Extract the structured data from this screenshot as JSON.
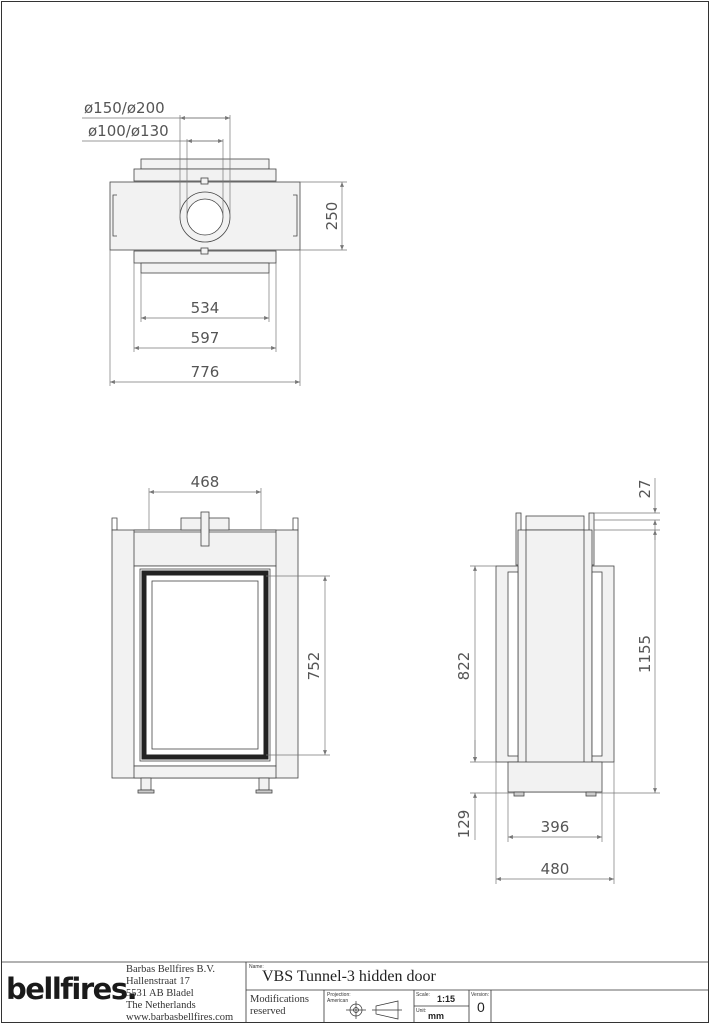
{
  "dimensions": {
    "top_view": {
      "dia_outer": "ø150/ø200",
      "dia_inner": "ø100/ø130",
      "depth": "250",
      "width_inner": "534",
      "width_mid": "597",
      "width_outer": "776"
    },
    "front_view": {
      "glass_width": "468",
      "glass_height": "752"
    },
    "side_view": {
      "top_offset": "27",
      "total_height": "1155",
      "side_height": "822",
      "base_height": "129",
      "inner_depth": "396",
      "outer_depth": "480"
    }
  },
  "title_block": {
    "logo": "bellfires.",
    "company": {
      "name": "Barbas Bellfires B.V.",
      "street": "Hallenstraat 17",
      "postcode": "5531 AB Bladel",
      "country": "The Netherlands",
      "website": "www.barbasbellfires.com"
    },
    "name_label": "Name:",
    "product_name": "VBS Tunnel-3 hidden door",
    "modifications_line1": "Modifications",
    "modifications_line2": "reserved",
    "projection_label1": "Projection:",
    "projection_label2": "American",
    "scale_label": "Scale:",
    "scale_value": "1:15",
    "unit_label": "Unit:",
    "unit_value": "mm",
    "version_label": "Version:",
    "version_value": "0"
  }
}
